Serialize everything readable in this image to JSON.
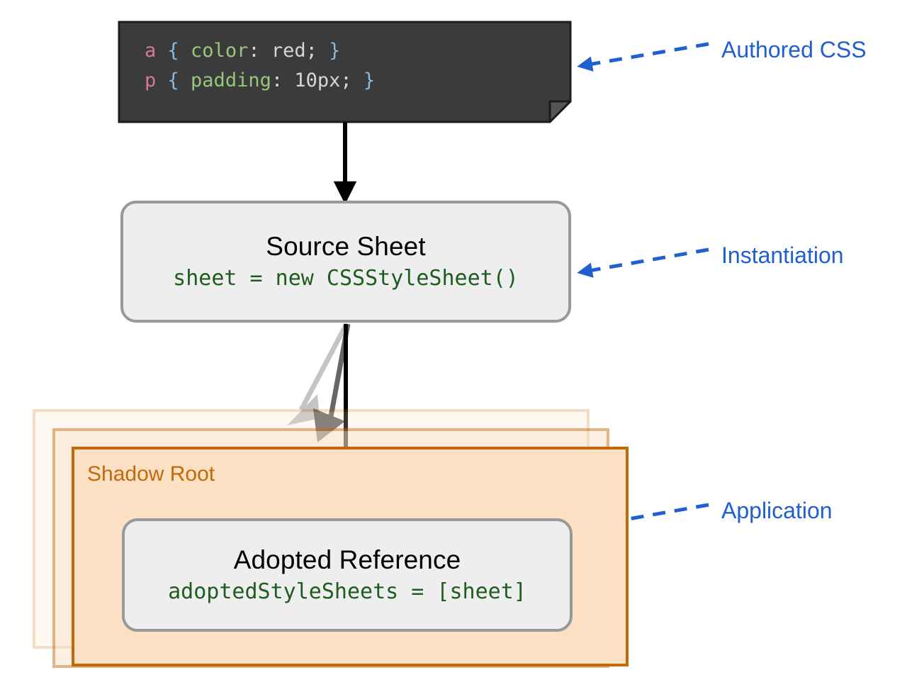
{
  "diagram": {
    "title": "Constructable Stylesheet adoption flow",
    "colors": {
      "code_block_bg": "#3b3b3b",
      "code_selector": "#d1799e",
      "code_brace": "#89b9de",
      "code_property": "#96c77d",
      "code_value": "#d6d6d6",
      "node_fill": "#eeeeee",
      "node_border": "#999999",
      "node_code_text": "#1f5c1f",
      "shadow_fill": "#fbe0c4",
      "shadow_border": "#c2690a",
      "shadow_label": "#c2690a",
      "annotation_blue": "#1f5fcf",
      "arrow_black": "#000000",
      "arrow_dark_gray": "#666666",
      "arrow_light_gray": "#c4c4c4",
      "canvas_bg": "#ffffff"
    }
  },
  "code_block": {
    "name": "authored-css-source",
    "lines": [
      {
        "selector": "a",
        "open_brace": " { ",
        "property": "color",
        "colon_space": ": ",
        "value": "red;",
        "close_brace": " }"
      },
      {
        "selector": "p",
        "open_brace": " { ",
        "property": "padding",
        "colon_space": ": ",
        "value": "10px;",
        "close_brace": " }"
      }
    ],
    "raw_text": "a { color: red; }\np { padding: 10px; }",
    "has_folded_corner": true
  },
  "nodes": {
    "source_sheet": {
      "title": "Source Sheet",
      "code": "sheet = new CSSStyleSheet()"
    },
    "adopted_reference": {
      "title": "Adopted Reference",
      "code": "adoptedStyleSheets = [sheet]"
    }
  },
  "shadow_roots": {
    "label": "Shadow Root",
    "stack_count": 3,
    "cards": [
      {
        "name": "shadow-root-back",
        "opacity": 0.22
      },
      {
        "name": "shadow-root-middle",
        "opacity": 0.48
      },
      {
        "name": "shadow-root-front",
        "opacity": 1.0
      }
    ]
  },
  "annotations": [
    {
      "id": "authored-css",
      "label": "Authored CSS",
      "points_to": "authored-css-source"
    },
    {
      "id": "instantiation",
      "label": "Instantiation",
      "points_to": "source-sheet-box"
    },
    {
      "id": "application",
      "label": "Application",
      "points_to": "adopted-reference-box"
    }
  ],
  "arrows": [
    {
      "id": "css-to-source",
      "color": "#000000",
      "style": "solid",
      "from": "authored-css-source",
      "to": "source-sheet-box"
    },
    {
      "id": "source-to-shadow-back",
      "color": "#c4c4c4",
      "style": "solid",
      "from": "source-sheet-box",
      "to": "shadow-root-back"
    },
    {
      "id": "source-to-shadow-mid",
      "color": "#666666",
      "style": "solid",
      "from": "source-sheet-box",
      "to": "shadow-root-middle"
    },
    {
      "id": "source-to-adopted",
      "color": "#000000",
      "style": "solid",
      "from": "source-sheet-box",
      "to": "adopted-reference-box"
    }
  ]
}
